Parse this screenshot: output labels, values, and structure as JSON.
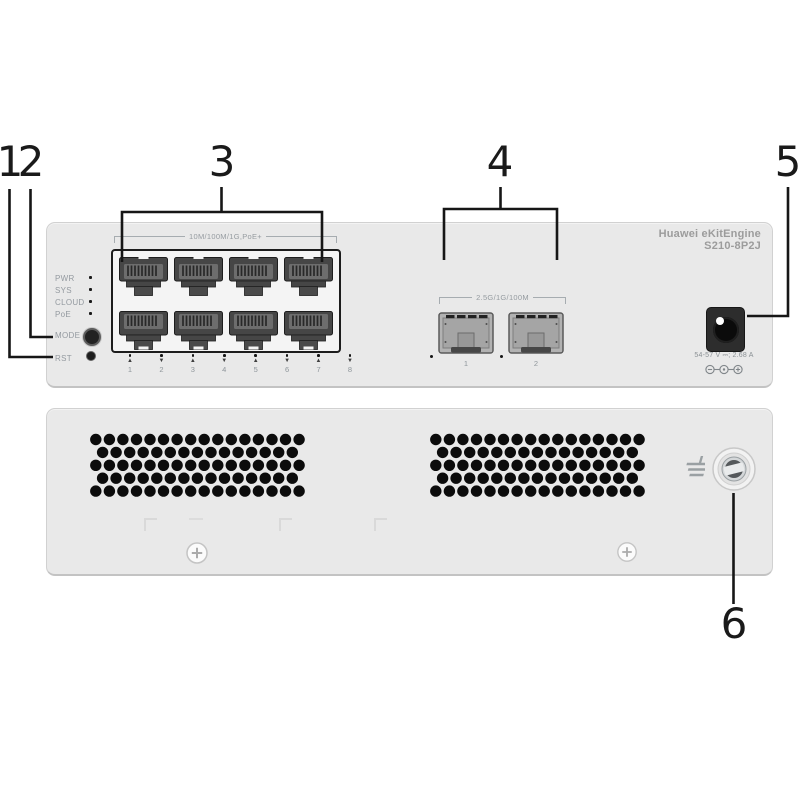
{
  "device": {
    "brand": "Huawei eKitEngine",
    "model": "S210-8P2J"
  },
  "callouts": {
    "c1": "1",
    "c2": "2",
    "c3": "3",
    "c4": "4",
    "c5": "5",
    "c6": "6"
  },
  "front_panel": {
    "leds": [
      {
        "label": "PWR"
      },
      {
        "label": "SYS"
      },
      {
        "label": "CLOUD"
      },
      {
        "label": "PoE"
      }
    ],
    "mode_button_label": "MODE",
    "reset_button_label": "RST",
    "rj45_group": {
      "label": "10M/100M/1G,PoE+",
      "ports": [
        {
          "n": "1",
          "dir": "up"
        },
        {
          "n": "2",
          "dir": "down"
        },
        {
          "n": "3",
          "dir": "up"
        },
        {
          "n": "4",
          "dir": "down"
        },
        {
          "n": "5",
          "dir": "up"
        },
        {
          "n": "6",
          "dir": "down"
        },
        {
          "n": "7",
          "dir": "up"
        },
        {
          "n": "8",
          "dir": "down"
        }
      ]
    },
    "sfp_group": {
      "label": "2.5G/1G/100M",
      "ports": [
        {
          "n": "1"
        },
        {
          "n": "2"
        }
      ]
    },
    "power": {
      "rating": "54-57 V ⎓; 2.68 A"
    }
  },
  "rear_panel": {
    "vent_count": 2
  },
  "colors": {
    "panel": "#e9e9e9",
    "port_body": "#464646",
    "label_gray": "#959ba0",
    "callout_ink": "#1a1a1a"
  }
}
